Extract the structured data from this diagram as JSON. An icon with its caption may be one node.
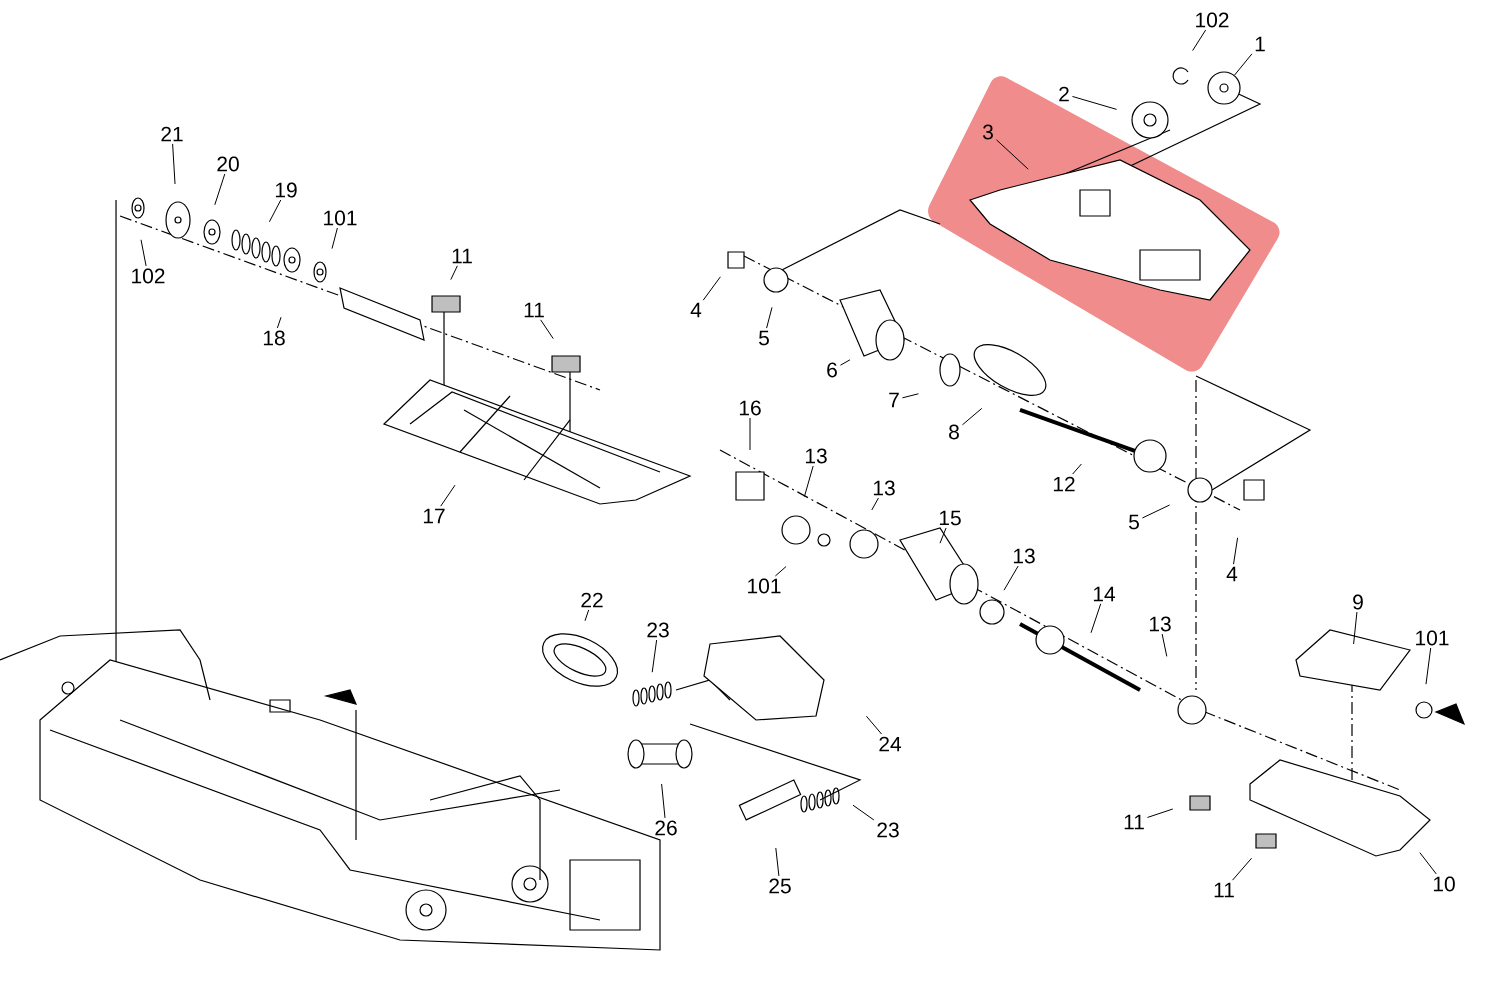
{
  "diagram": {
    "nodes": [
      {
        "text": [
          "102"
        ]
      },
      {
        "text": [
          "1"
        ]
      },
      {
        "text": [
          "2"
        ]
      },
      {
        "text": [
          "21"
        ]
      },
      {
        "text": [
          "3"
        ]
      },
      {
        "text": [
          "20"
        ]
      },
      {
        "text": [
          "19"
        ]
      },
      {
        "text": [
          "101"
        ]
      },
      {
        "text": [
          "11"
        ]
      },
      {
        "text": [
          "102"
        ]
      },
      {
        "text": [
          "4"
        ]
      },
      {
        "text": [
          "11"
        ]
      },
      {
        "text": [
          "18"
        ]
      },
      {
        "text": [
          "5"
        ]
      },
      {
        "text": [
          "6"
        ]
      },
      {
        "text": [
          "7"
        ]
      },
      {
        "text": [
          "16"
        ]
      },
      {
        "text": [
          "8"
        ]
      },
      {
        "text": [
          "13"
        ]
      },
      {
        "text": [
          "12"
        ]
      },
      {
        "text": [
          "13"
        ]
      },
      {
        "text": [
          "17"
        ]
      },
      {
        "text": [
          "15"
        ]
      },
      {
        "text": [
          "5"
        ]
      },
      {
        "text": [
          "13"
        ]
      },
      {
        "text": [
          "4"
        ]
      },
      {
        "text": [
          "101"
        ]
      },
      {
        "text": [
          "14"
        ]
      },
      {
        "text": [
          "22"
        ]
      },
      {
        "text": [
          "9"
        ]
      },
      {
        "text": [
          "23"
        ]
      },
      {
        "text": [
          "13"
        ]
      },
      {
        "text": [
          "101"
        ]
      },
      {
        "text": [
          "24"
        ]
      },
      {
        "text": [
          "11"
        ]
      },
      {
        "text": [
          "26"
        ]
      },
      {
        "text": [
          "23"
        ]
      },
      {
        "text": [
          "11"
        ]
      },
      {
        "text": [
          "10"
        ]
      },
      {
        "text": [
          "25"
        ]
      },
      {
        "text": [],
        "shape": "circle"
      }
    ],
    "edges": [
      {
        "from": 0,
        "to": null,
        "arrow": "none"
      },
      {
        "from": 1,
        "to": 40,
        "arrow": "none"
      },
      {
        "from": 2,
        "to": null,
        "arrow": "none"
      },
      {
        "from": 3,
        "to": null,
        "arrow": "none"
      },
      {
        "from": 4,
        "to": null,
        "arrow": "none"
      },
      {
        "from": 5,
        "to": null,
        "arrow": "none"
      },
      {
        "from": 6,
        "to": null,
        "arrow": "none"
      },
      {
        "from": 7,
        "to": null,
        "arrow": "none"
      },
      {
        "from": 8,
        "to": null,
        "arrow": "none"
      },
      {
        "from": 9,
        "to": null,
        "arrow": "none"
      },
      {
        "from": 10,
        "to": null,
        "arrow": "none"
      },
      {
        "from": 11,
        "to": null,
        "arrow": "none"
      },
      {
        "from": 12,
        "to": null,
        "arrow": "none"
      },
      {
        "from": 13,
        "to": null,
        "arrow": "none"
      },
      {
        "from": 14,
        "to": null,
        "arrow": "none"
      },
      {
        "from": 15,
        "to": null,
        "arrow": "none"
      },
      {
        "from": 16,
        "to": null,
        "arrow": "none"
      },
      {
        "from": 17,
        "to": null,
        "arrow": "none"
      },
      {
        "from": 18,
        "to": null,
        "arrow": "none"
      },
      {
        "from": 19,
        "to": null,
        "arrow": "none"
      },
      {
        "from": 20,
        "to": null,
        "arrow": "none"
      },
      {
        "from": 21,
        "to": null,
        "arrow": "none"
      },
      {
        "from": 22,
        "to": null,
        "arrow": "none"
      },
      {
        "from": 23,
        "to": null,
        "arrow": "none"
      },
      {
        "from": 24,
        "to": null,
        "arrow": "none"
      },
      {
        "from": 25,
        "to": null,
        "arrow": "none"
      },
      {
        "from": 26,
        "to": null,
        "arrow": "none"
      },
      {
        "from": 27,
        "to": null,
        "arrow": "none"
      },
      {
        "from": 28,
        "to": null,
        "arrow": "none"
      },
      {
        "from": 29,
        "to": null,
        "arrow": "none"
      },
      {
        "from": 30,
        "to": null,
        "arrow": "none"
      },
      {
        "from": 31,
        "to": null,
        "arrow": "none"
      },
      {
        "from": 32,
        "to": null,
        "arrow": "none"
      },
      {
        "from": 33,
        "to": null,
        "arrow": "none"
      },
      {
        "from": 34,
        "to": null,
        "arrow": "none"
      },
      {
        "from": 35,
        "to": null,
        "arrow": "none"
      },
      {
        "from": 36,
        "to": null,
        "arrow": "none"
      },
      {
        "from": 37,
        "to": null,
        "arrow": "none"
      },
      {
        "from": 38,
        "to": null,
        "arrow": "none"
      },
      {
        "from": 39,
        "to": null,
        "arrow": "none"
      }
    ]
  }
}
